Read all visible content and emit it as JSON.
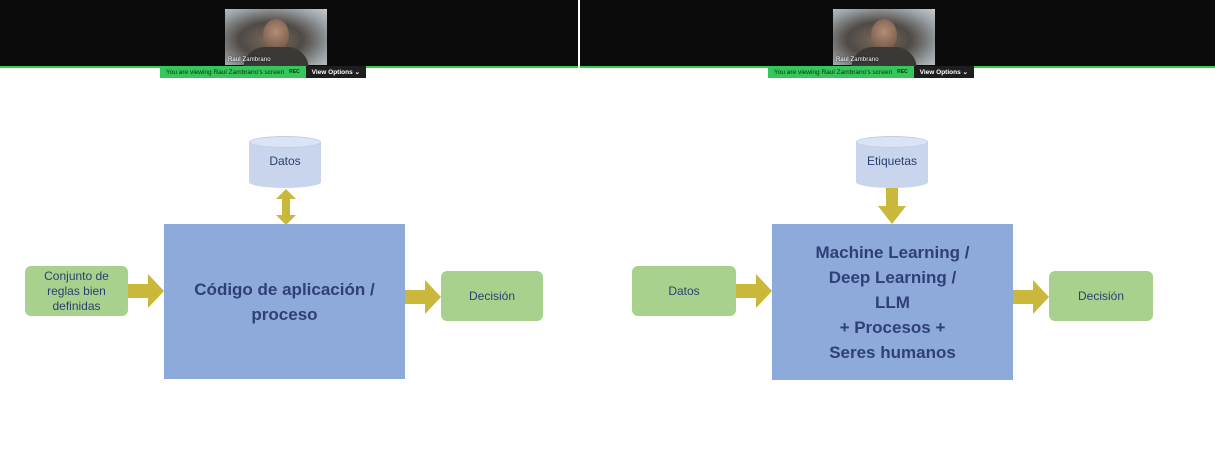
{
  "colors": {
    "zoom_green": "#34c759",
    "box_blue": "#8eaadb",
    "box_green": "#a9d18e",
    "cylinder": "#c8d5ec",
    "arrow": "#c9b83a",
    "text_blue": "#2f3f78"
  },
  "left": {
    "video": {
      "name": "Raul Zambrano"
    },
    "viewbar": {
      "viewing_text": "You are viewing  Raul Zambrano's screen",
      "rec": "REC",
      "options": "View Options ⌄"
    },
    "diagram": {
      "cylinder": "Datos",
      "main_box_line1": "Código de aplicación /",
      "main_box_line2": "proceso",
      "input_line1": "Conjunto de",
      "input_line2": "reglas bien",
      "input_line3": "definidas",
      "output": "Decisión"
    }
  },
  "right": {
    "video": {
      "name": "Raul Zambrano"
    },
    "viewbar": {
      "viewing_text": "You are viewing  Raul Zambrano's screen",
      "rec": "REC",
      "options": "View Options ⌄"
    },
    "diagram": {
      "cylinder": "Etiquetas",
      "main_box_lines": [
        "Machine Learning /",
        "Deep Learning /",
        "LLM",
        "+ Procesos +",
        "Seres humanos"
      ],
      "input": "Datos",
      "output": "Decisión"
    }
  }
}
